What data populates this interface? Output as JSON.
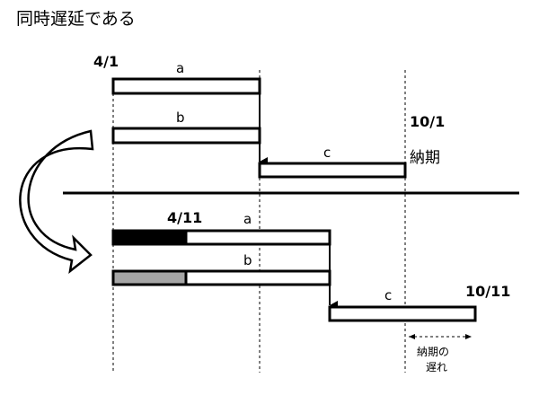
{
  "title": "同時遅延である",
  "top": {
    "start_date": "4/1",
    "due_date": "10/1",
    "due_label": "納期",
    "tasks": [
      {
        "id": "a",
        "label": "a"
      },
      {
        "id": "b",
        "label": "b"
      },
      {
        "id": "c",
        "label": "c"
      }
    ]
  },
  "bottom": {
    "delayed_start_date": "4/11",
    "end_date": "10/11",
    "delay_note_line1": "納期の",
    "delay_note_line2": "遅れ",
    "tasks": [
      {
        "id": "a",
        "label": "a",
        "delay_fill": "#000000"
      },
      {
        "id": "b",
        "label": "b",
        "delay_fill": "#a6a6a6"
      },
      {
        "id": "c",
        "label": "c"
      }
    ]
  }
}
